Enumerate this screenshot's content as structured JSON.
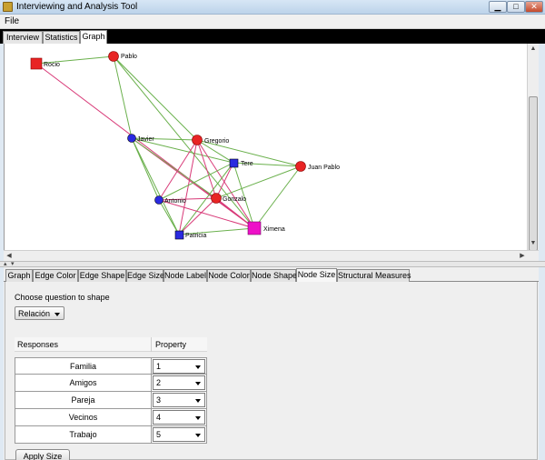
{
  "window": {
    "title": "Interviewing and Analysis Tool",
    "min_label": "▁",
    "max_label": "□",
    "close_label": "✕"
  },
  "menu": {
    "file_label": "File"
  },
  "main_tabs": [
    {
      "label": "Interview"
    },
    {
      "label": "Statistics"
    },
    {
      "label": "Graph",
      "active": true
    }
  ],
  "graph": {
    "nodes": [
      {
        "label": "Rocio"
      },
      {
        "label": "Pablo"
      },
      {
        "label": "Javier"
      },
      {
        "label": "Gregorio"
      },
      {
        "label": "Tere"
      },
      {
        "label": "Juan Pablo"
      },
      {
        "label": "Antonio"
      },
      {
        "label": "Gonzalo"
      },
      {
        "label": "Ximena"
      },
      {
        "label": "Patricia"
      }
    ],
    "colors": {
      "red": "#e82424",
      "blue": "#2a2ae0",
      "magenta": "#ee10c8",
      "edge_green": "#6ab04c",
      "edge_pink": "#d83a78"
    }
  },
  "sub_tabs": [
    {
      "label": "Graph"
    },
    {
      "label": "Edge Color"
    },
    {
      "label": "Edge Shape"
    },
    {
      "label": "Edge Size"
    },
    {
      "label": "Node Label"
    },
    {
      "label": "Node Color"
    },
    {
      "label": "Node Shape"
    },
    {
      "label": "Node Size",
      "active": true
    },
    {
      "label": "Structural Measures"
    }
  ],
  "panel": {
    "choose_label": "Choose question to shape",
    "question_value": "Relación",
    "col_responses": "Responses",
    "col_property": "Property",
    "rows": [
      {
        "response": "Familia",
        "property": "1"
      },
      {
        "response": "Amigos",
        "property": "2"
      },
      {
        "response": "Pareja",
        "property": "3"
      },
      {
        "response": "Vecinos",
        "property": "4"
      },
      {
        "response": "Trabajo",
        "property": "5"
      }
    ],
    "apply_label": "Apply Size"
  }
}
